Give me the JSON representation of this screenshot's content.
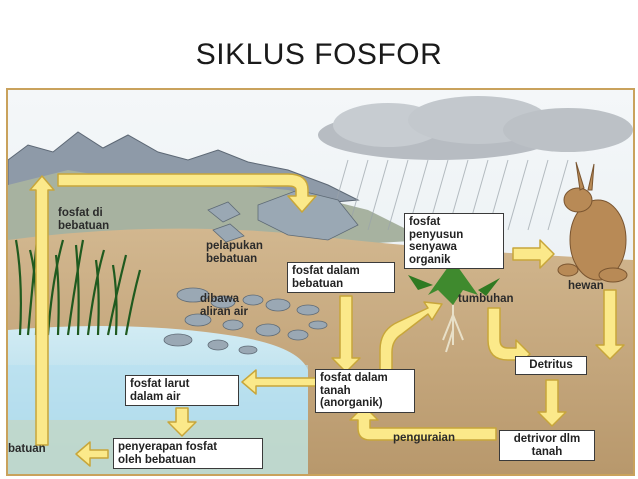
{
  "title": "SIKLUS FOSFOR",
  "colors": {
    "frame": "#c9a25c",
    "arrow_fill": "#fbe98a",
    "arrow_stroke": "#c8a63a",
    "water": "#bfe3ef",
    "soil": "#c8ab82",
    "sky": "#eef3f6"
  },
  "labels": {
    "fosfat_di_bebatuan": "fosfat di\nbebatuan",
    "pelapukan_bebatuan": "pelapukan\nbebatuan",
    "dibawa_aliran_air": "dibawa\naliran air",
    "tumbuhan": "tumbuhan",
    "hewan": "hewan",
    "pengauraian": "penguraian",
    "batuan": "batuan"
  },
  "boxes": {
    "fosfat_dalam_bebatuan": "fosfat dalam\nbebatuan",
    "fosfat_penyusun": "fosfat\npenyusun\nsenyawa\norganik",
    "fosfat_dalam_tanah": "fosfat dalam\ntanah\n(anorganik)",
    "fosfat_larut": "fosfat larut\ndalam air",
    "penyerapan_fosfat": "penyerapan fosfat\noleh bebatuan",
    "detritus": "Detritus",
    "detrivor": "detrivor dlm\ntanah"
  },
  "icons": [
    "mountain",
    "rain-cloud",
    "reeds",
    "rocks",
    "dandelion-plant",
    "rabbit",
    "process-arrow"
  ]
}
